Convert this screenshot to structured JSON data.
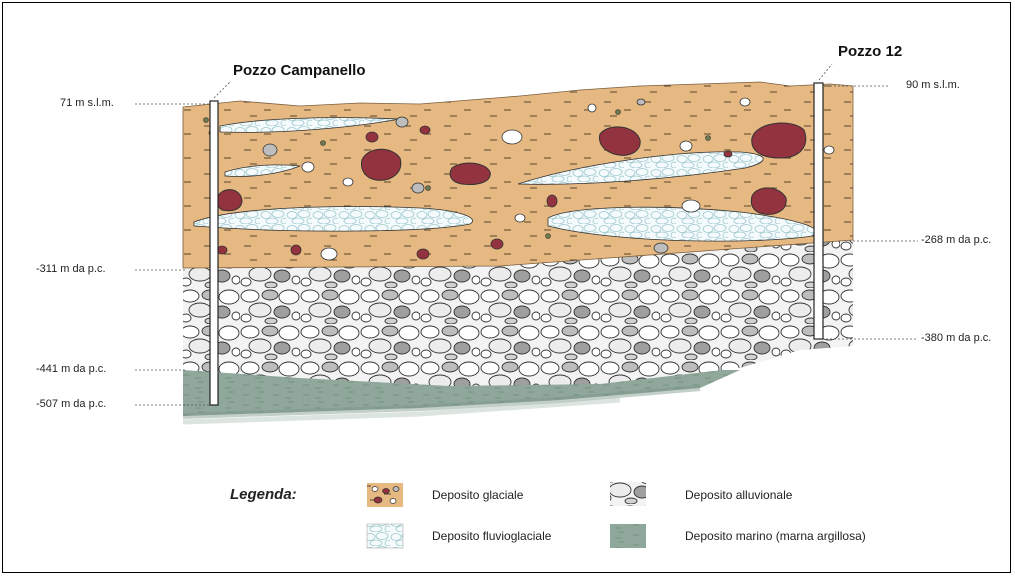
{
  "wells": [
    {
      "name": "Pozzo Campanello",
      "elevation": "71 m s.l.m.",
      "depths": [
        "-311 m da p.c.",
        "-441 m da p.c.",
        "-507 m da p.c."
      ]
    },
    {
      "name": "Pozzo 12",
      "elevation": "90 m s.l.m.",
      "depths": [
        "-268 m da p.c.",
        "-380 m da p.c."
      ]
    }
  ],
  "legend": {
    "title": "Legenda:",
    "items": [
      {
        "label": "Deposito glaciale",
        "color": "#e6b982"
      },
      {
        "label": "Deposito alluvionale",
        "color": "#d9d9d9"
      },
      {
        "label": "Deposito fluvioglaciale",
        "color": "#eef6f7"
      },
      {
        "label": "Deposito marino (marna argillosa)",
        "color": "#8fa79a"
      }
    ]
  }
}
